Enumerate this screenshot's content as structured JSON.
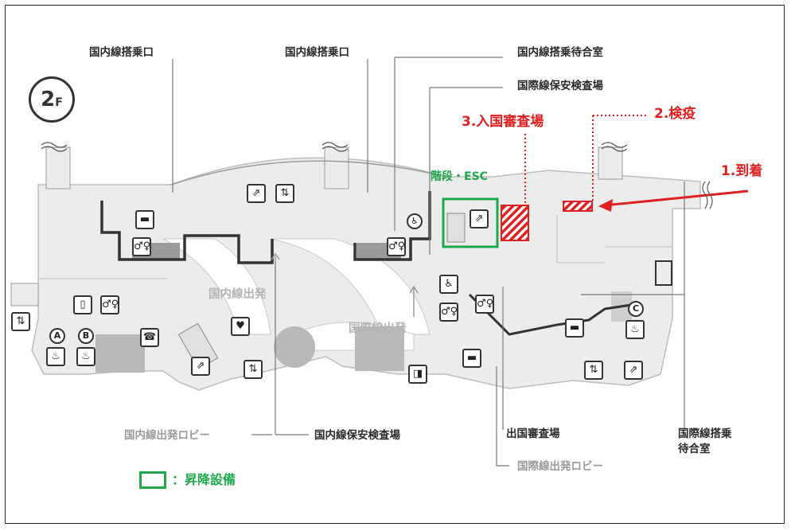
{
  "floor": {
    "number": "2",
    "suffix": "F"
  },
  "labels": {
    "domestic_gate_1": "国内線搭乗口",
    "domestic_gate_2": "国内線搭乗口",
    "domestic_waiting": "国内線搭乗待合室",
    "intl_security": "国際線保安検査場",
    "immigration_entry": "3.入国審査場",
    "quarantine": "2.検疫",
    "arrival": "1.到着",
    "stairs_esc": "階段・ESC",
    "domestic_departure_area": "国内線出発",
    "intl_departure_area": "国際線出発",
    "domestic_lobby": "国内線出発ロビー",
    "domestic_security": "国内線保安検査場",
    "emigration": "出国審査場",
    "intl_waiting_line1": "国際線搭乗",
    "intl_waiting_line2": "待合室",
    "intl_lobby": "国際線出発ロビー",
    "legend": "：昇降設備"
  },
  "icons": {
    "tags": [
      "A",
      "B",
      "C"
    ]
  },
  "colors": {
    "highlight_red": "#e02020",
    "facility_green": "#1fa84a",
    "map_gray": "#e6e6e6",
    "wall": "#333333"
  }
}
